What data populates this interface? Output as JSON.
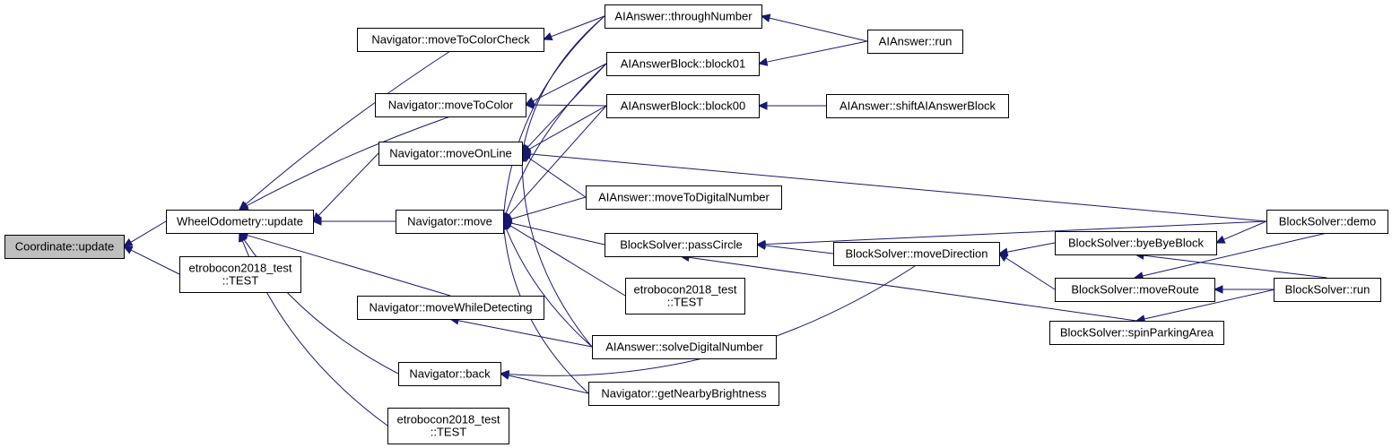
{
  "graph": {
    "edge_color": "#191970",
    "root_fill": "#bfbfbf",
    "nodes": [
      {
        "id": "coord",
        "lines": [
          "Coordinate::update"
        ],
        "root": true
      },
      {
        "id": "wheel",
        "lines": [
          "WheelOdometry::update"
        ]
      },
      {
        "id": "test1",
        "lines": [
          "etrobocon2018_test",
          "::TEST"
        ]
      },
      {
        "id": "mtcc",
        "lines": [
          "Navigator::moveToColorCheck"
        ]
      },
      {
        "id": "mtc",
        "lines": [
          "Navigator::moveToColor"
        ]
      },
      {
        "id": "mol",
        "lines": [
          "Navigator::moveOnLine"
        ]
      },
      {
        "id": "move",
        "lines": [
          "Navigator::move"
        ]
      },
      {
        "id": "mwd",
        "lines": [
          "Navigator::moveWhileDetecting"
        ]
      },
      {
        "id": "back",
        "lines": [
          "Navigator::back"
        ]
      },
      {
        "id": "test3",
        "lines": [
          "etrobocon2018_test",
          "::TEST"
        ]
      },
      {
        "id": "through",
        "lines": [
          "AIAnswer::throughNumber"
        ]
      },
      {
        "id": "block01",
        "lines": [
          "AIAnswerBlock::block01"
        ]
      },
      {
        "id": "block00",
        "lines": [
          "AIAnswerBlock::block00"
        ]
      },
      {
        "id": "mtdn",
        "lines": [
          "AIAnswer::moveToDigitalNumber"
        ]
      },
      {
        "id": "pass",
        "lines": [
          "BlockSolver::passCircle"
        ]
      },
      {
        "id": "test2",
        "lines": [
          "etrobocon2018_test",
          "::TEST"
        ]
      },
      {
        "id": "solve",
        "lines": [
          "AIAnswer::solveDigitalNumber"
        ]
      },
      {
        "id": "gnb",
        "lines": [
          "Navigator::getNearbyBrightness"
        ]
      },
      {
        "id": "airun",
        "lines": [
          "AIAnswer::run"
        ]
      },
      {
        "id": "shift",
        "lines": [
          "AIAnswer::shiftAIAnswerBlock"
        ]
      },
      {
        "id": "movedir",
        "lines": [
          "BlockSolver::moveDirection"
        ]
      },
      {
        "id": "bye",
        "lines": [
          "BlockSolver::byeByeBlock"
        ]
      },
      {
        "id": "route",
        "lines": [
          "BlockSolver::moveRoute"
        ]
      },
      {
        "id": "spin",
        "lines": [
          "BlockSolver::spinParkingArea"
        ]
      },
      {
        "id": "demo",
        "lines": [
          "BlockSolver::demo"
        ]
      },
      {
        "id": "bsrun",
        "lines": [
          "BlockSolver::run"
        ]
      }
    ],
    "edges": [
      {
        "from": "wheel",
        "to": "coord"
      },
      {
        "from": "test1",
        "to": "coord"
      },
      {
        "from": "mtcc",
        "to": "wheel"
      },
      {
        "from": "mtc",
        "to": "wheel"
      },
      {
        "from": "mol",
        "to": "wheel"
      },
      {
        "from": "move",
        "to": "wheel"
      },
      {
        "from": "mwd",
        "to": "wheel"
      },
      {
        "from": "back",
        "to": "wheel"
      },
      {
        "from": "test3",
        "to": "wheel"
      },
      {
        "from": "through",
        "to": "mtcc"
      },
      {
        "from": "block01",
        "to": "mtc"
      },
      {
        "from": "block00",
        "to": "mtc"
      },
      {
        "from": "through",
        "to": "mol"
      },
      {
        "from": "block01",
        "to": "mol"
      },
      {
        "from": "block00",
        "to": "mol"
      },
      {
        "from": "mtdn",
        "to": "mol"
      },
      {
        "from": "solve",
        "to": "mol"
      },
      {
        "from": "demo",
        "to": "mol"
      },
      {
        "from": "through",
        "to": "move"
      },
      {
        "from": "block01",
        "to": "move"
      },
      {
        "from": "block00",
        "to": "move"
      },
      {
        "from": "mtdn",
        "to": "move"
      },
      {
        "from": "pass",
        "to": "move"
      },
      {
        "from": "test2",
        "to": "move"
      },
      {
        "from": "solve",
        "to": "move"
      },
      {
        "from": "gnb",
        "to": "move"
      },
      {
        "from": "solve",
        "to": "mwd"
      },
      {
        "from": "gnb",
        "to": "back"
      },
      {
        "from": "movedir",
        "to": "back"
      },
      {
        "from": "airun",
        "to": "through"
      },
      {
        "from": "airun",
        "to": "block01"
      },
      {
        "from": "shift",
        "to": "block00"
      },
      {
        "from": "demo",
        "to": "pass"
      },
      {
        "from": "movedir",
        "to": "pass"
      },
      {
        "from": "spin",
        "to": "pass"
      },
      {
        "from": "bye",
        "to": "movedir"
      },
      {
        "from": "route",
        "to": "movedir"
      },
      {
        "from": "demo",
        "to": "bye"
      },
      {
        "from": "bsrun",
        "to": "bye"
      },
      {
        "from": "demo",
        "to": "route"
      },
      {
        "from": "bsrun",
        "to": "route"
      },
      {
        "from": "bsrun",
        "to": "spin"
      }
    ]
  }
}
